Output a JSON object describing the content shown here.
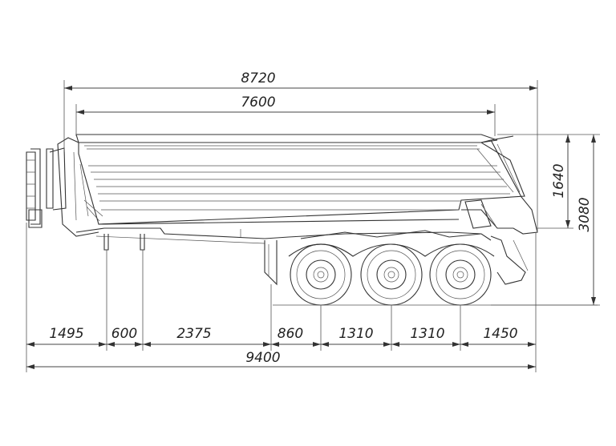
{
  "dimensions": {
    "overall_body_length": "8720",
    "body_length": "7600",
    "total_length": "9400",
    "body_height": "1640",
    "total_height": "3080",
    "bottom_segments": [
      "1495",
      "600",
      "2375",
      "860",
      "1310",
      "1310",
      "1450"
    ]
  },
  "colors": {
    "line": "#333333",
    "background": "#ffffff"
  }
}
